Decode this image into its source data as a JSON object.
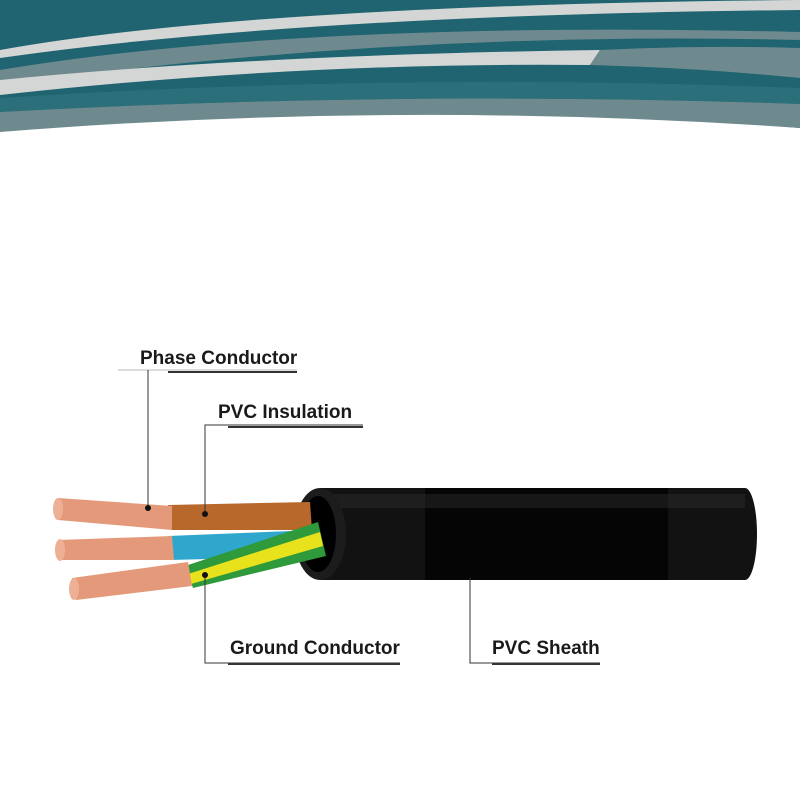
{
  "diagram": {
    "labels": {
      "phase_conductor": "Phase Conductor",
      "pvc_insulation": "PVC Insulation",
      "ground_conductor": "Ground Conductor",
      "pvc_sheath": "PVC Sheath"
    },
    "colors": {
      "banner_teal": "#1f6470",
      "banner_gray": "#6f8a8e",
      "banner_light": "#d4d6d6",
      "copper": "#e49a7a",
      "brown_insulation": "#b8682a",
      "blue_insulation": "#2fa6cc",
      "ground_green": "#2e9a3c",
      "ground_yellow": "#e8e21c",
      "sheath": "#111111"
    }
  }
}
